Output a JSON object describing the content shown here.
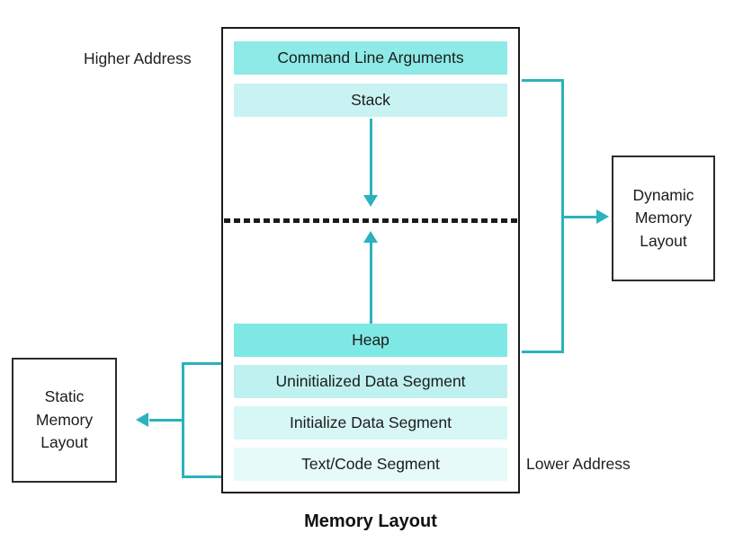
{
  "title": "Memory Layout",
  "labels": {
    "higher_address": "Higher Address",
    "lower_address": "Lower Address"
  },
  "main_box": {
    "upper_segments": [
      {
        "label": "Command Line Arguments",
        "color": "#8DEAE7"
      },
      {
        "label": "Stack",
        "color": "#C8F3F2"
      }
    ],
    "lower_segments": [
      {
        "label": "Heap",
        "color": "#7EE8E4"
      },
      {
        "label": "Uninitialized Data Segment",
        "color": "#BFF1F0"
      },
      {
        "label": "Initialize Data Segment",
        "color": "#D6F7F6"
      },
      {
        "label": "Text/Code Segment",
        "color": "#E6FAF9"
      }
    ]
  },
  "side_boxes": {
    "static": {
      "label": "Static Memory Layout"
    },
    "dynamic": {
      "label": "Dynamic Memory Layout"
    }
  },
  "colors": {
    "accent_teal": "#2AB2BD",
    "dashed_line": "#1B1B1B"
  }
}
